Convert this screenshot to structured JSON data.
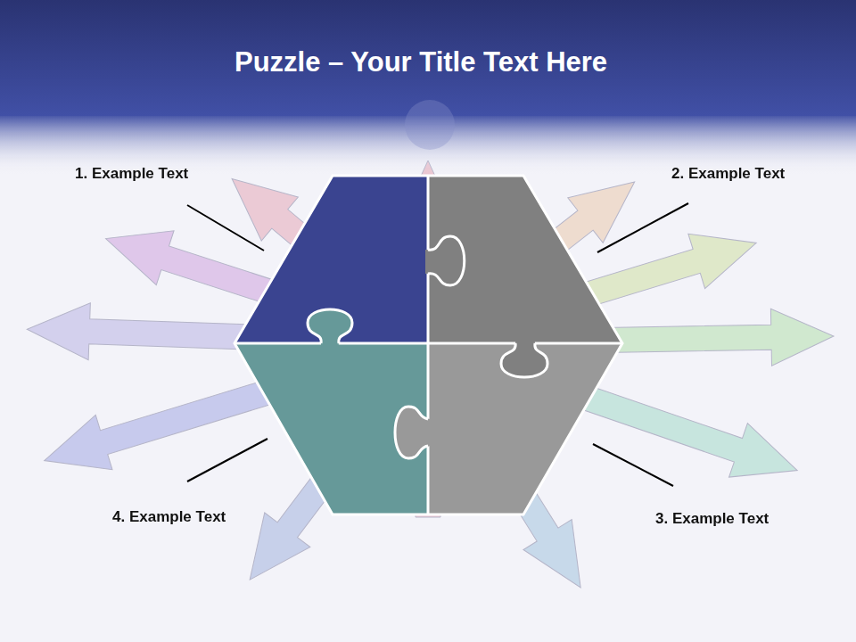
{
  "diagram": {
    "title": "Puzzle – Your Title Text Here",
    "labels": [
      "1. Example Text",
      "2. Example Text",
      "4. Example Text",
      "3. Example Text"
    ]
  }
}
